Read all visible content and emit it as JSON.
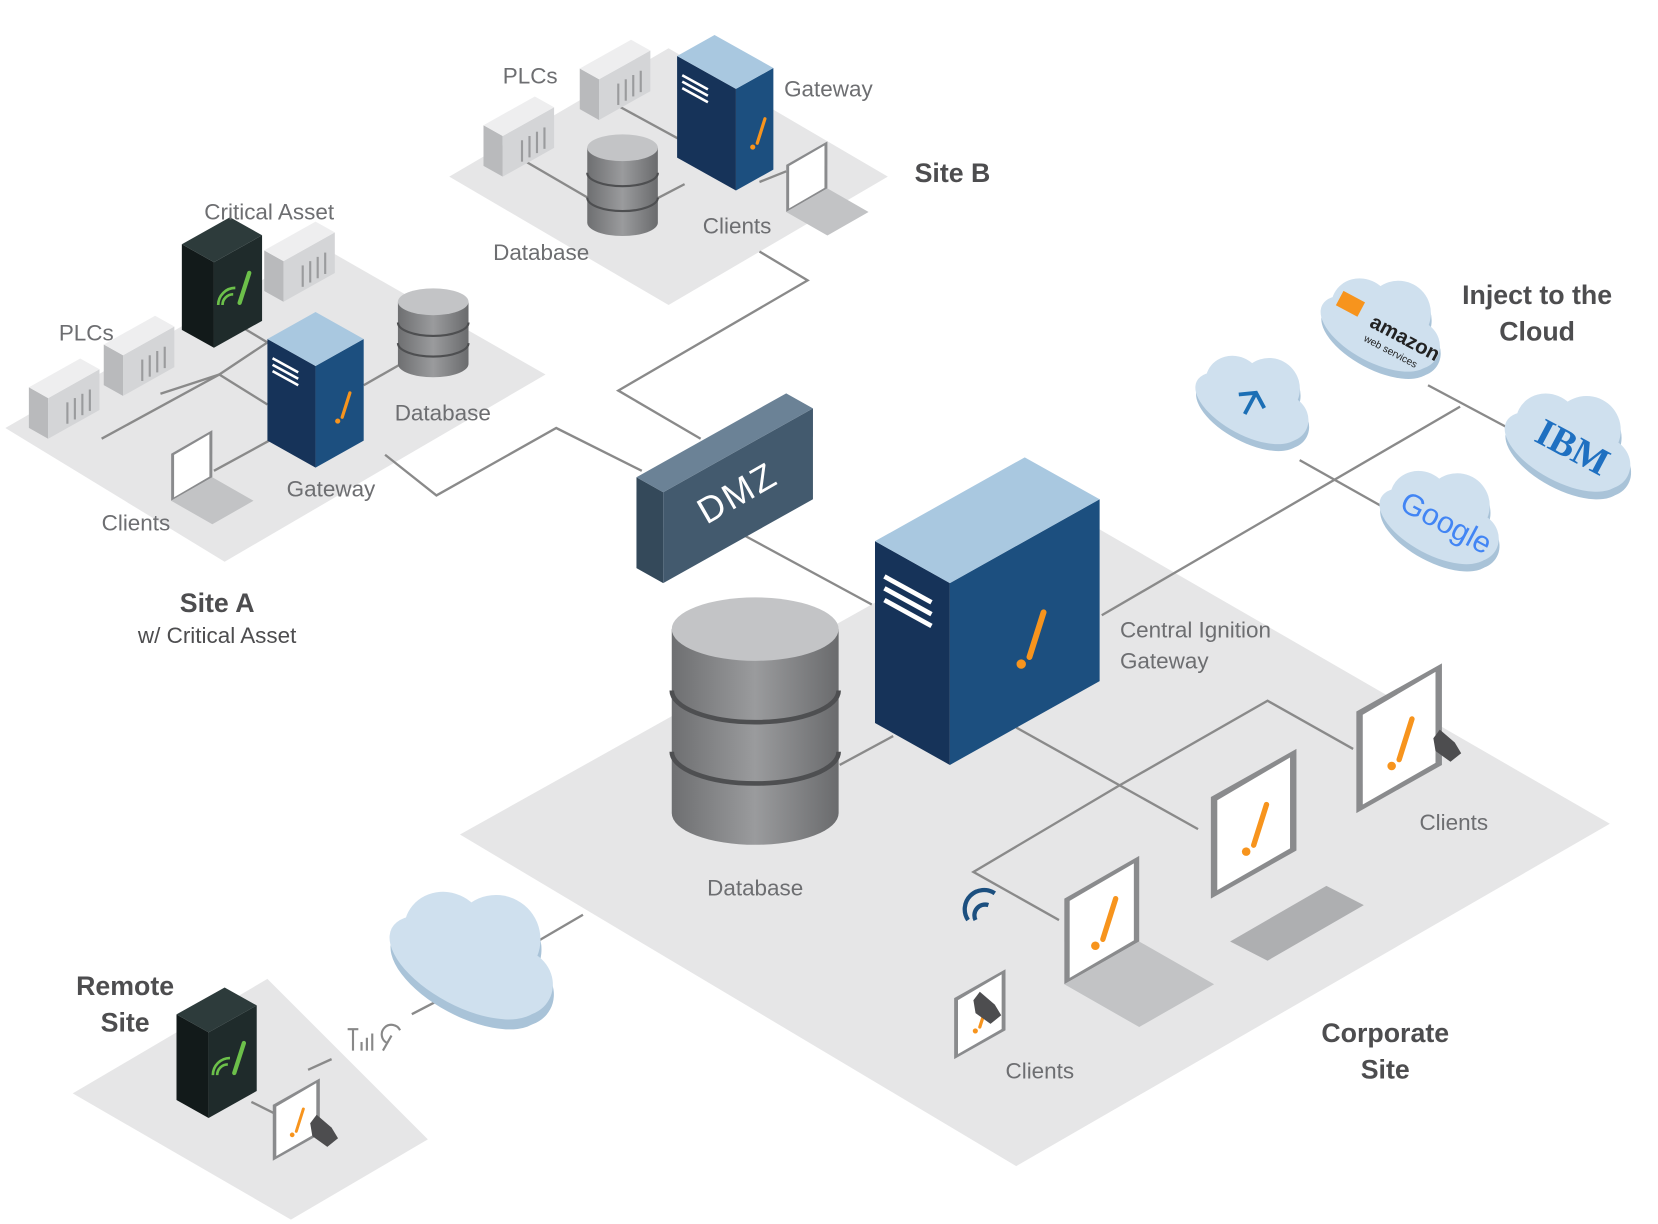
{
  "colors": {
    "platform": "#e6e6e7",
    "gateway_blue": "#1c4f7f",
    "gateway_top": "#a9c8e0",
    "dmz": "#435a6e",
    "accent_orange": "#f7941d",
    "critical_asset": "#1f2b2b",
    "signal_green": "#6cc04a",
    "cloud": "#cfe0ee",
    "database": "#8d8e90"
  },
  "site_b": {
    "title": "Site B",
    "plcs": "PLCs",
    "gateway": "Gateway",
    "database": "Database",
    "clients": "Clients"
  },
  "site_a": {
    "title": "Site A",
    "subtitle": "w/ Critical Asset",
    "critical_asset": "Critical Asset",
    "plcs": "PLCs",
    "database": "Database",
    "gateway": "Gateway",
    "clients": "Clients"
  },
  "dmz": {
    "label": "DMZ"
  },
  "cloud": {
    "title_line1": "Inject to the",
    "title_line2": "Cloud",
    "providers": [
      "amazon",
      "web services",
      "IBM",
      "Google"
    ],
    "icons": [
      "integration-cloud-icon",
      "aws-logo",
      "ibm-logo",
      "google-logo"
    ]
  },
  "corporate": {
    "title_line1": "Corporate",
    "title_line2": "Site",
    "gateway_line1": "Central Ignition",
    "gateway_line2": "Gateway",
    "database": "Database",
    "clients_right": "Clients",
    "clients_bottom": "Clients"
  },
  "remote": {
    "title_line1": "Remote",
    "title_line2": "Site"
  }
}
